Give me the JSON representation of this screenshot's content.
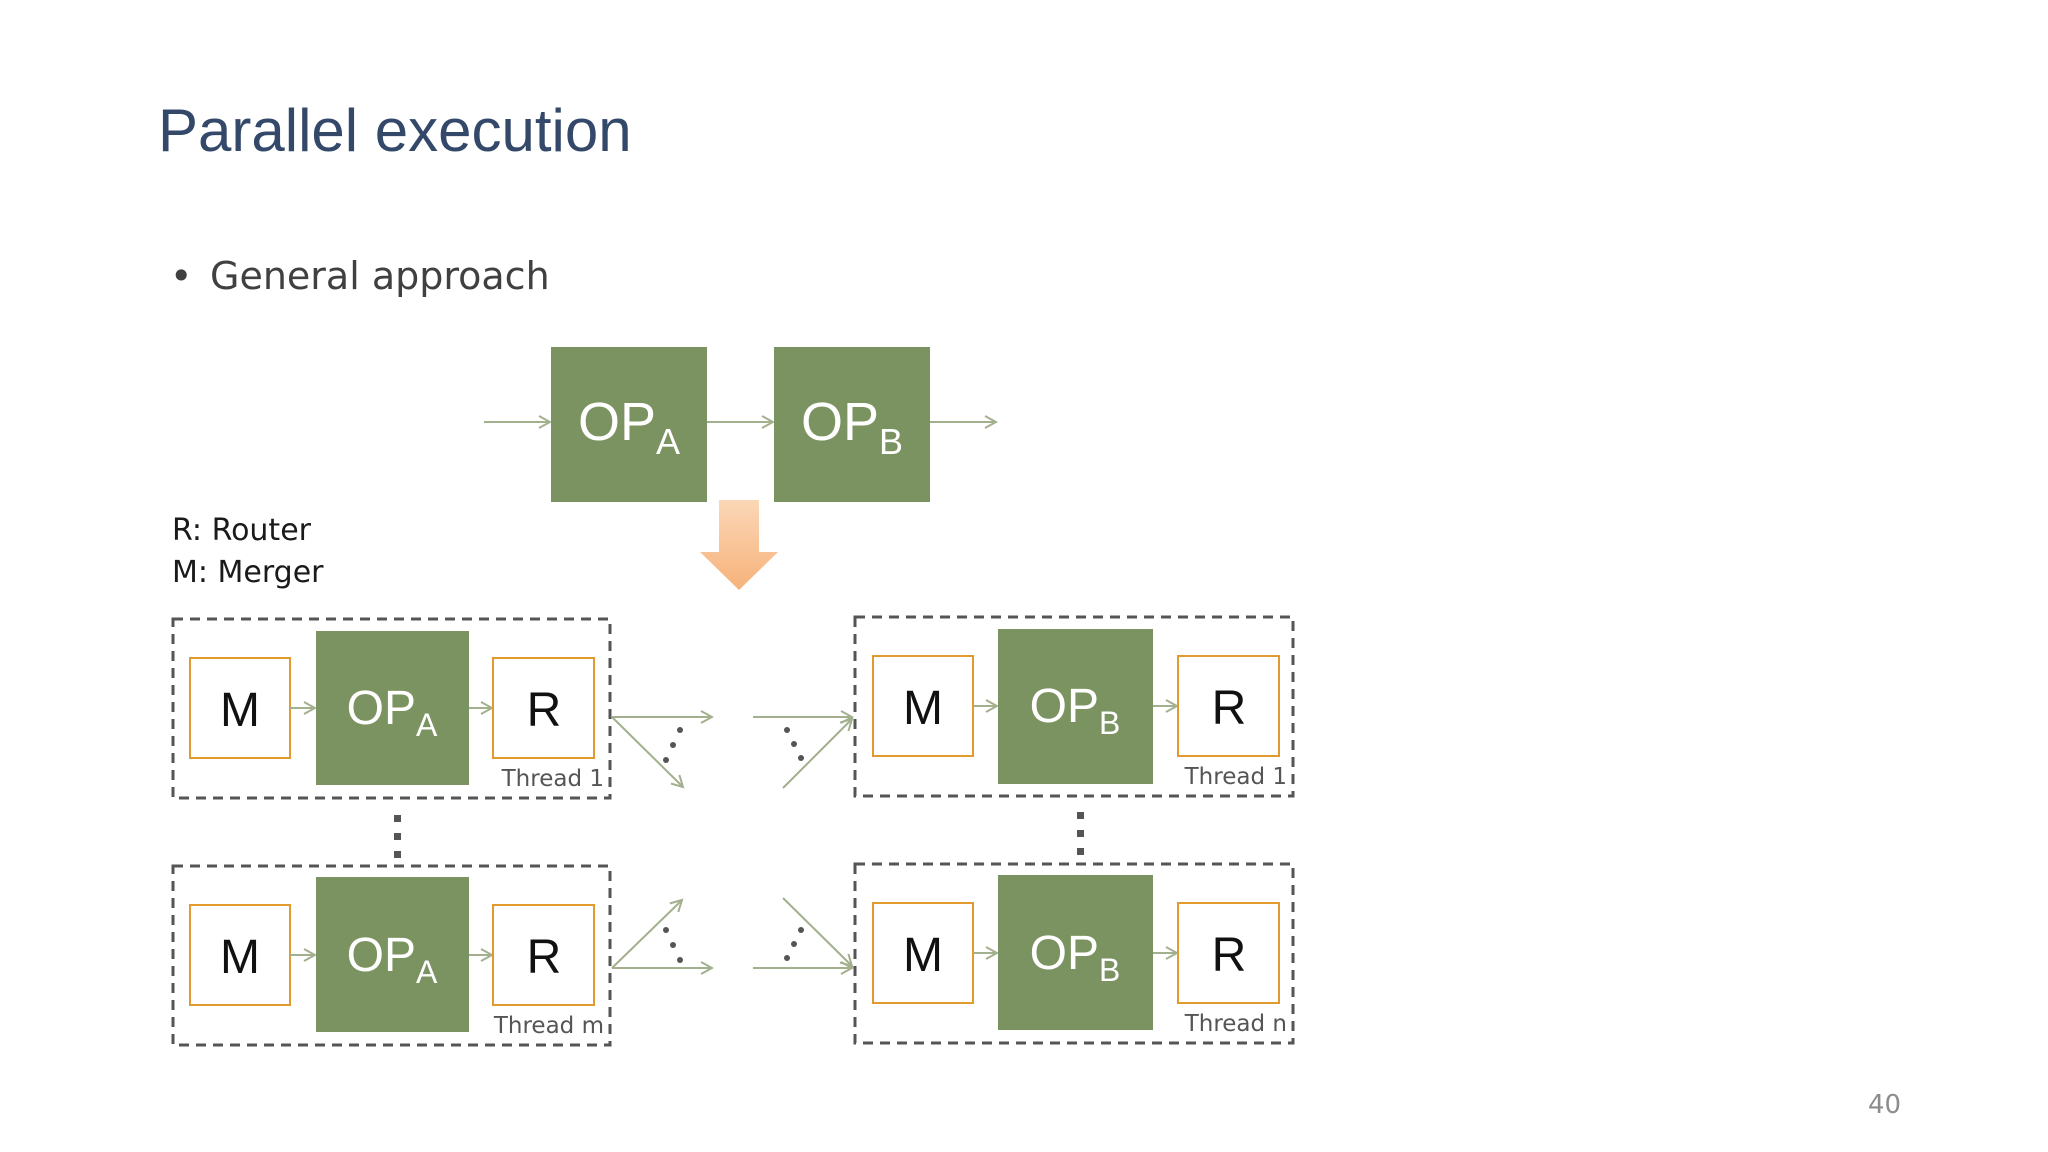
{
  "title": "Parallel execution",
  "bullet": "General approach",
  "legend": {
    "router": "R: Router",
    "merger": "M: Merger"
  },
  "page_number": "40",
  "colors": {
    "title": "#34496a",
    "op_fill": "#7b9361",
    "box_border": "#e09a2e",
    "arrow": "#a2b08e",
    "down_arrow": "#f7c08f",
    "dashed": "#555555"
  },
  "top_flow": {
    "op_a": {
      "main": "OP",
      "sub": "A"
    },
    "op_b": {
      "main": "OP",
      "sub": "B"
    }
  },
  "threads": {
    "left_top": {
      "merger": "M",
      "op_main": "OP",
      "op_sub": "A",
      "router": "R",
      "label": "Thread 1"
    },
    "left_bottom": {
      "merger": "M",
      "op_main": "OP",
      "op_sub": "A",
      "router": "R",
      "label": "Thread m"
    },
    "right_top": {
      "merger": "M",
      "op_main": "OP",
      "op_sub": "B",
      "router": "R",
      "label": "Thread 1"
    },
    "right_bottom": {
      "merger": "M",
      "op_main": "OP",
      "op_sub": "B",
      "router": "R",
      "label": "Thread n"
    }
  }
}
